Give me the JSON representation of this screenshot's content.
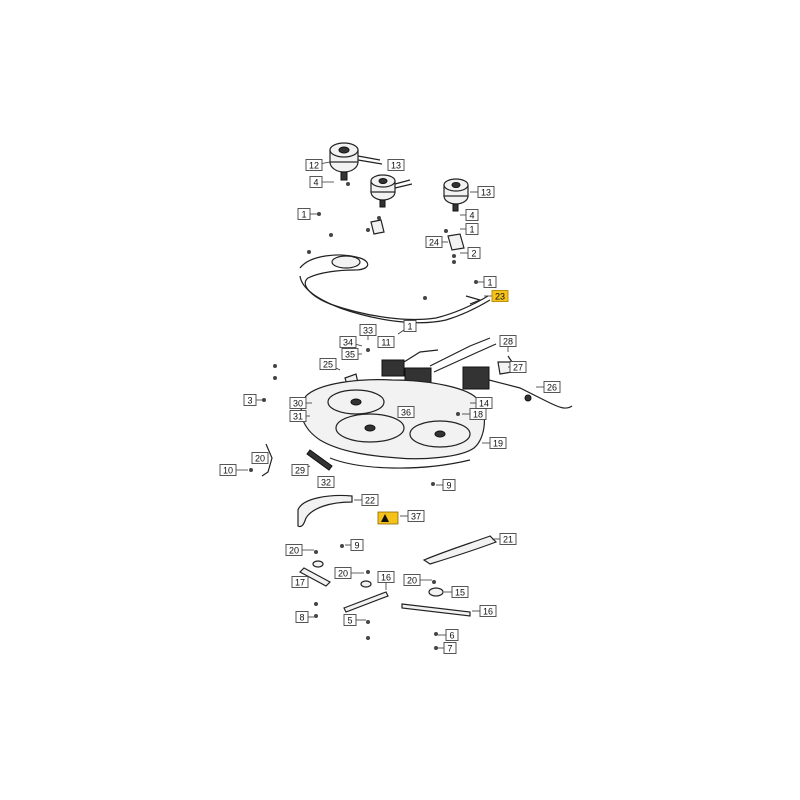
{
  "diagram": {
    "highlight_color": "#f5c21b",
    "warning_icon": "warning-triangle-icon",
    "callouts": [
      {
        "id": "c12a",
        "label": "12",
        "highlighted": false
      },
      {
        "id": "c13a",
        "label": "13",
        "highlighted": false
      },
      {
        "id": "c13b",
        "label": "13",
        "highlighted": false
      },
      {
        "id": "c4a",
        "label": "4",
        "highlighted": false
      },
      {
        "id": "c4b",
        "label": "4",
        "highlighted": false
      },
      {
        "id": "c1a",
        "label": "1",
        "highlighted": false
      },
      {
        "id": "c1b",
        "label": "1",
        "highlighted": false
      },
      {
        "id": "c24",
        "label": "24",
        "highlighted": false
      },
      {
        "id": "c2",
        "label": "2",
        "highlighted": false
      },
      {
        "id": "c1c",
        "label": "1",
        "highlighted": false
      },
      {
        "id": "c23",
        "label": "23",
        "highlighted": true
      },
      {
        "id": "c1d",
        "label": "1",
        "highlighted": false
      },
      {
        "id": "c33",
        "label": "33",
        "highlighted": false
      },
      {
        "id": "c34",
        "label": "34",
        "highlighted": false
      },
      {
        "id": "c11",
        "label": "11",
        "highlighted": false
      },
      {
        "id": "c35",
        "label": "35",
        "highlighted": false
      },
      {
        "id": "c28",
        "label": "28",
        "highlighted": false
      },
      {
        "id": "c25",
        "label": "25",
        "highlighted": false
      },
      {
        "id": "c27",
        "label": "27",
        "highlighted": false
      },
      {
        "id": "c26",
        "label": "26",
        "highlighted": false
      },
      {
        "id": "c3",
        "label": "3",
        "highlighted": false
      },
      {
        "id": "c30",
        "label": "30",
        "highlighted": false
      },
      {
        "id": "c14",
        "label": "14",
        "highlighted": false
      },
      {
        "id": "c31",
        "label": "31",
        "highlighted": false
      },
      {
        "id": "c36",
        "label": "36",
        "highlighted": false
      },
      {
        "id": "c18",
        "label": "18",
        "highlighted": false
      },
      {
        "id": "c19",
        "label": "19",
        "highlighted": false
      },
      {
        "id": "c20a",
        "label": "20",
        "highlighted": false
      },
      {
        "id": "c10",
        "label": "10",
        "highlighted": false
      },
      {
        "id": "c29",
        "label": "29",
        "highlighted": false
      },
      {
        "id": "c32",
        "label": "32",
        "highlighted": false
      },
      {
        "id": "c9a",
        "label": "9",
        "highlighted": false
      },
      {
        "id": "c22",
        "label": "22",
        "highlighted": false
      },
      {
        "id": "c37",
        "label": "37",
        "highlighted": false
      },
      {
        "id": "c21",
        "label": "21",
        "highlighted": false
      },
      {
        "id": "c20b",
        "label": "20",
        "highlighted": false
      },
      {
        "id": "c9b",
        "label": "9",
        "highlighted": false
      },
      {
        "id": "c20c",
        "label": "20",
        "highlighted": false
      },
      {
        "id": "c16a",
        "label": "16",
        "highlighted": false
      },
      {
        "id": "c20d",
        "label": "20",
        "highlighted": false
      },
      {
        "id": "c17",
        "label": "17",
        "highlighted": false
      },
      {
        "id": "c15",
        "label": "15",
        "highlighted": false
      },
      {
        "id": "c8",
        "label": "8",
        "highlighted": false
      },
      {
        "id": "c16b",
        "label": "16",
        "highlighted": false
      },
      {
        "id": "c5",
        "label": "5",
        "highlighted": false
      },
      {
        "id": "c6",
        "label": "6",
        "highlighted": false
      },
      {
        "id": "c7",
        "label": "7",
        "highlighted": false
      }
    ]
  }
}
